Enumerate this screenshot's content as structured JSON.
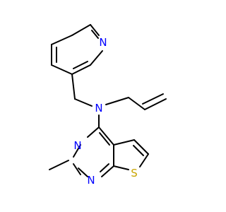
{
  "molecule": {
    "atoms": {
      "n_pyridine": {
        "label": "N",
        "color": "#0000ff"
      },
      "n_amine": {
        "label": "N",
        "color": "#0000ff"
      },
      "n_pyrimidine_3": {
        "label": "N",
        "color": "#0000ff"
      },
      "n_pyrimidine_1": {
        "label": "N",
        "color": "#0000ff"
      },
      "s_thiophene": {
        "label": "S",
        "color": "#c8a400"
      }
    },
    "bond_color": "#000000"
  }
}
